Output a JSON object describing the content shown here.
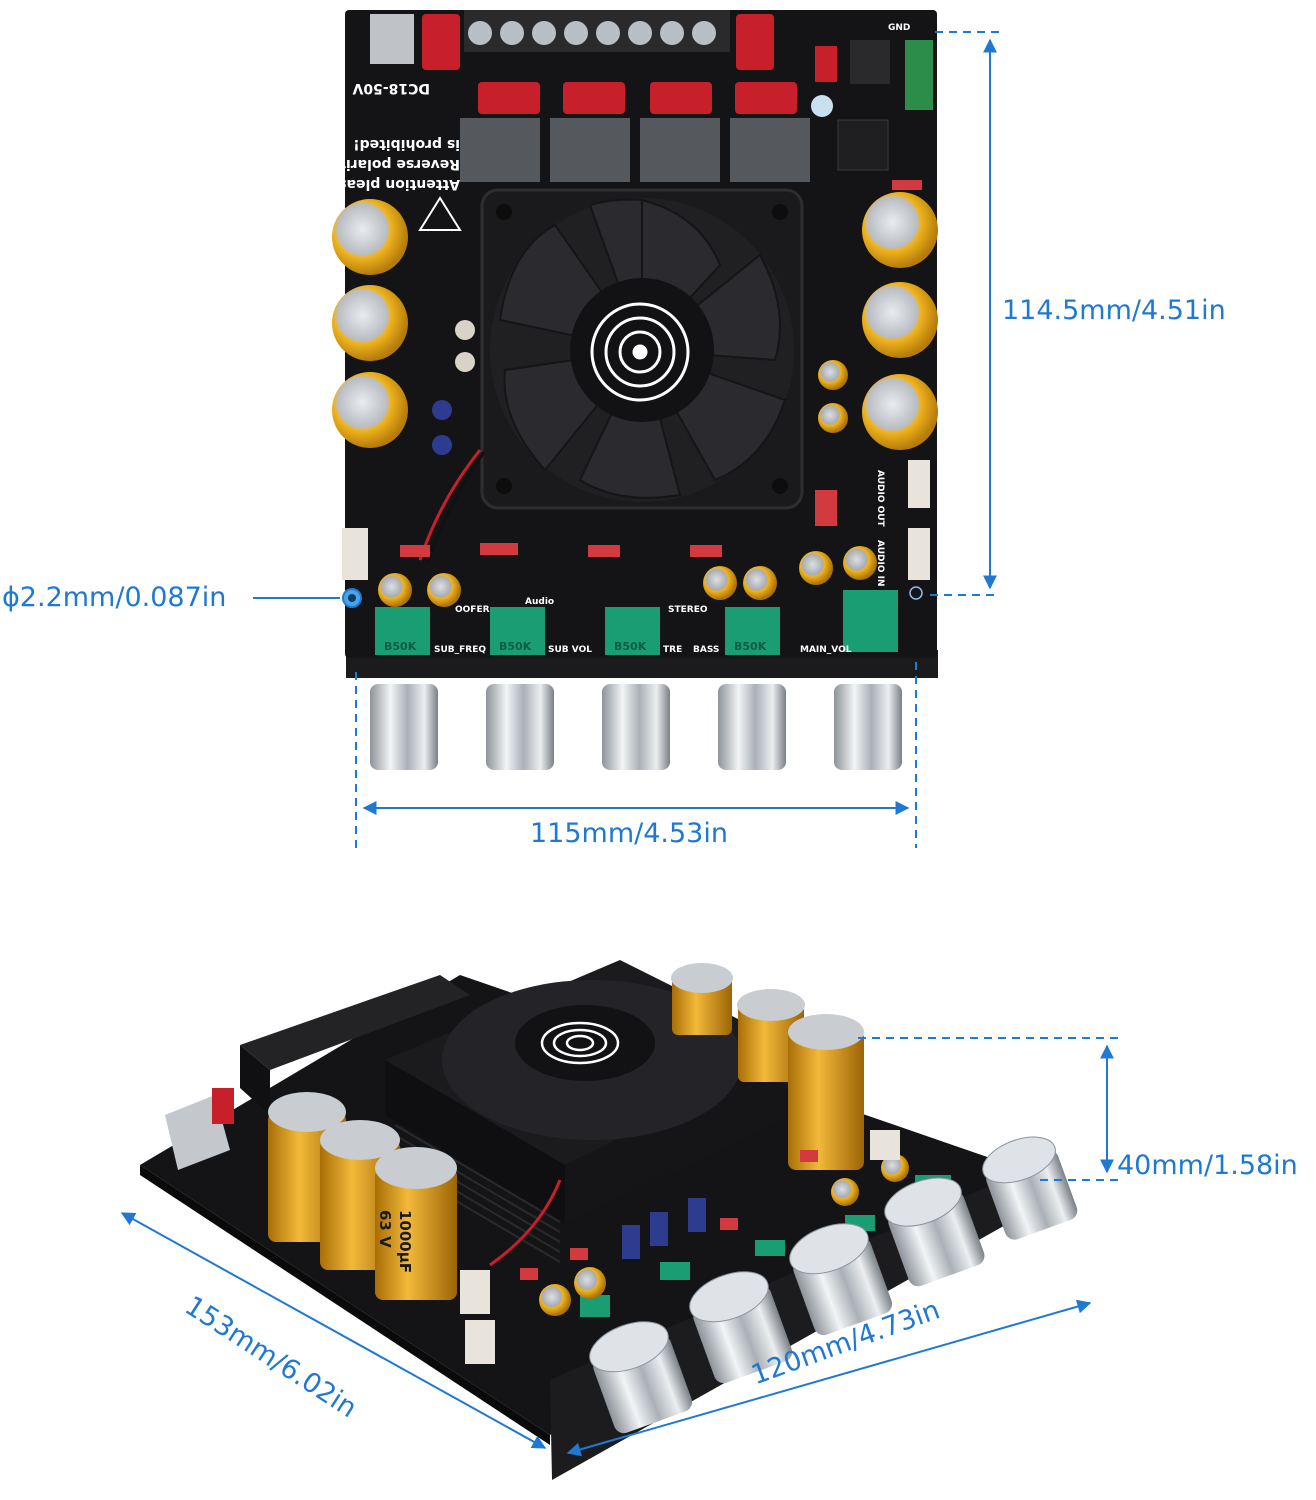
{
  "colors": {
    "dimension": "#1f78d1",
    "pcb": "#141416",
    "capacitor": "#e6a516",
    "relay_red": "#c8202a",
    "pot_green": "#1a9d72",
    "knob_silver": "#cfd3d8"
  },
  "dimensions": {
    "height_top": "114.5mm/4.51in",
    "hole": "ϕ2.2mm/0.087in",
    "width_top": "115mm/4.53in",
    "height_bottom": "40mm/1.58in",
    "depth_bottom": "153mm/6.02in",
    "width_bottom": "120mm/4.73in"
  },
  "board_labels": {
    "power": "DC18-50V",
    "warning_line1": "Attention please:",
    "warning_line2": "Reverse polarity",
    "warning_line3": "is prohibited!",
    "gnd": "GND",
    "audio_out": "AUDIO OUT",
    "audio_in": "AUDIO IN",
    "knob_sub_freq": "SUB_FREQ",
    "knob_sub_vol": "SUB VOL",
    "knob_treble": "TRE",
    "knob_bass": "BASS",
    "knob_main_vol": "MAIN_VOL",
    "pot_value": "B50K",
    "stereo": "STEREO",
    "woofer": "OOFER",
    "audio": "Audio",
    "cap_value": "1000μF",
    "cap_voltage": "63 V"
  }
}
